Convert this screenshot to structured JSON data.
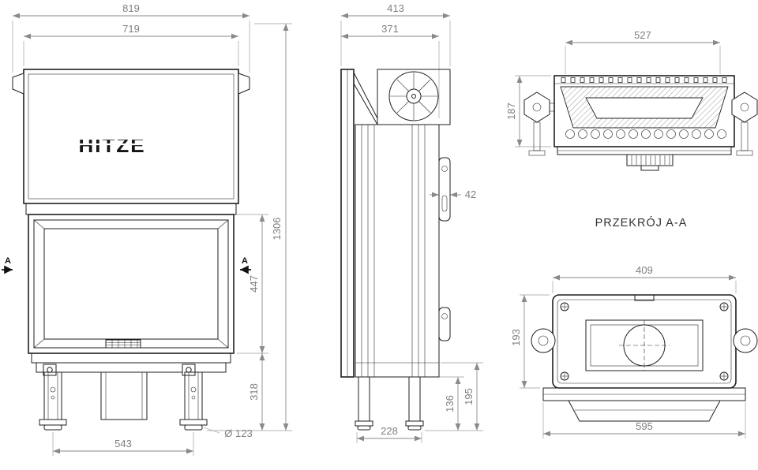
{
  "meta": {
    "brand": "HITZE",
    "section_label": "PRZEKRÓJ A-A",
    "marker_a": "A"
  },
  "dims": {
    "front": {
      "outer_width": "819",
      "inner_width": "719",
      "total_height": "1306",
      "door_height": "447",
      "plinth_height": "318",
      "foot_span": "543",
      "foot_diameter": "Ø 123"
    },
    "side": {
      "outer_depth": "413",
      "body_depth": "371",
      "bracket_offset": "42",
      "leg_height": "136",
      "plinth_height": "195",
      "foot_span": "228"
    },
    "section_aa": {
      "width": "527",
      "depth": "187"
    },
    "bottom": {
      "width": "409",
      "depth": "193",
      "base_width": "595"
    }
  }
}
